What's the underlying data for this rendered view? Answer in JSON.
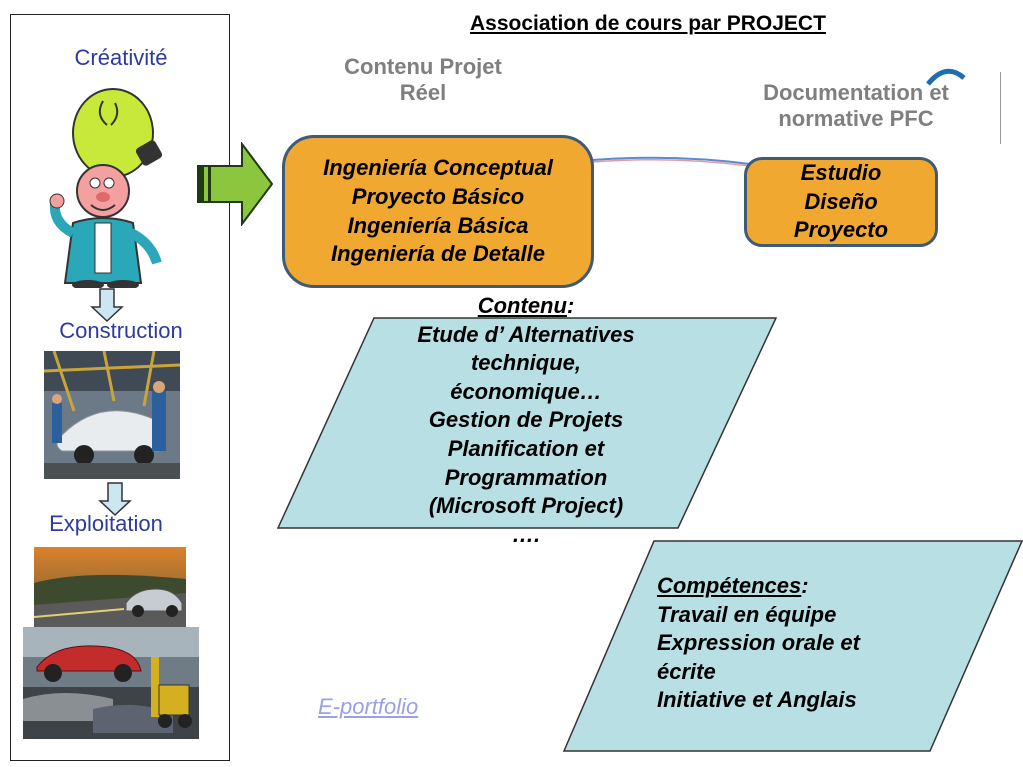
{
  "title": "Association de cours par PROJECT",
  "left_panel": {
    "stages": [
      "Créativité",
      "Construction",
      "Exploitation"
    ]
  },
  "headers": {
    "contenu_projet_line1": "Contenu Projet",
    "contenu_projet_line2": "Réel",
    "documentation_line1": "Documentation et",
    "documentation_line2": "normative PFC"
  },
  "main_box": {
    "lines": [
      "Ingeniería Conceptual",
      "Proyecto Básico",
      "Ingeniería Básica",
      "Ingeniería de Detalle"
    ]
  },
  "side_box": {
    "lines": [
      "Estudio",
      "Diseño",
      "Proyecto"
    ]
  },
  "contenu": {
    "heading": "Contenu",
    "colon": ":",
    "lines": [
      "Etude d’ Alternatives",
      "technique,",
      "économique…",
      "Gestion de Projets",
      "Planification et",
      "Programmation",
      "(Microsoft Project)",
      "…."
    ]
  },
  "competences": {
    "heading": "Compétences",
    "colon": ":",
    "lines": [
      "Travail en équipe",
      "Expression orale et",
      "écrite",
      "Initiative et Anglais"
    ]
  },
  "link": {
    "eportfolio": "E-portfolio"
  },
  "colors": {
    "stage_label": "#2e3a9e",
    "orange_box": "#f0a830",
    "box_border": "#3d5a78",
    "parallelogram_fill": "#b8e0e4",
    "arrow_green": "#8cc63f",
    "link": "#9aa0e6"
  }
}
